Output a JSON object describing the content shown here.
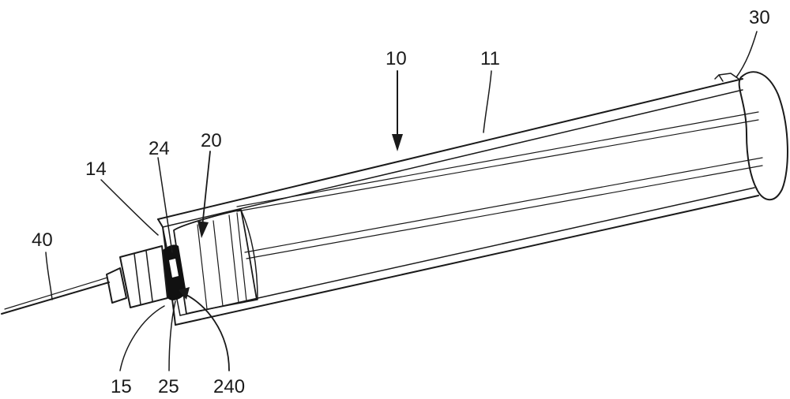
{
  "labels": {
    "l10": "10",
    "l11": "11",
    "l30": "30",
    "l20": "20",
    "l24": "24",
    "l14": "14",
    "l40": "40",
    "l15": "15",
    "l25": "25",
    "l240": "240"
  },
  "colors": {
    "line": "#1a1a1a",
    "background": "#ffffff",
    "dark_fill": "#111111"
  }
}
